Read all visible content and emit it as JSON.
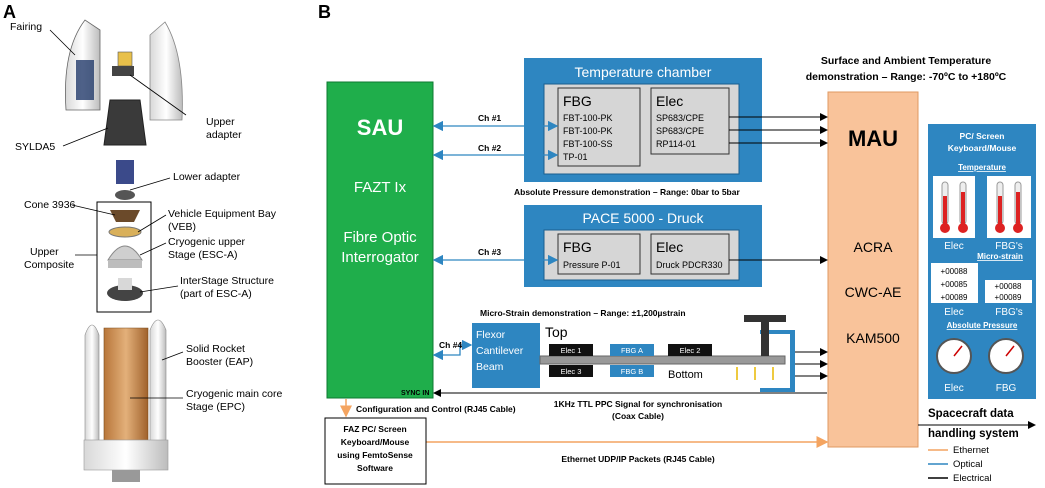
{
  "panel_a": {
    "letter": "A",
    "labels": {
      "fairing": "Fairing",
      "sylda": "SYLDA5",
      "upper_adapter_1": "Upper",
      "upper_adapter_2": "adapter",
      "lower_adapter": "Lower adapter",
      "cone": "Cone 3936",
      "veb_1": "Vehicle Equipment Bay",
      "veb_2": "(VEB)",
      "upper_composite_1": "Upper",
      "upper_composite_2": "Composite",
      "esc_1": "Cryogenic upper",
      "esc_2": "Stage (ESC-A)",
      "iss_1": "InterStage Structure",
      "iss_2": "(part of ESC-A)",
      "srb_1": "Solid Rocket",
      "srb_2": "Booster (EAP)",
      "epc_1": "Cryogenic main core",
      "epc_2": "Stage (EPC)"
    }
  },
  "panel_b": {
    "letter": "B",
    "sau": {
      "title": "SAU",
      "line1": "FAZT Ix",
      "line2": "Fibre Optic",
      "line3": "Interrogator",
      "sync": "SYNC IN"
    },
    "channels": [
      "Ch #1",
      "Ch #2",
      "Ch #3",
      "Ch #4"
    ],
    "temp_chamber": {
      "title": "Temperature chamber",
      "fbg_title": "FBG",
      "fbg_items": [
        "FBT-100-PK",
        "FBT-100-PK",
        "FBT-100-SS",
        "TP-01"
      ],
      "elec_title": "Elec",
      "elec_items": [
        "SP683/CPE",
        "SP683/CPE",
        "RP114-01"
      ]
    },
    "temp_demo_1": "Surface and Ambient Temperature",
    "temp_demo_2": "demonstration – Range: -70ºC to +180ºC",
    "pressure_demo": "Absolute Pressure demonstration – Range: 0bar to 5bar",
    "pace": {
      "title": "PACE 5000 - Druck",
      "fbg_title": "FBG",
      "fbg_item": "Pressure P-01",
      "elec_title": "Elec",
      "elec_item": "Druck PDCR330"
    },
    "strain_demo": "Micro-Strain demonstration – Range: ±1,200µstrain",
    "beam": {
      "line1": "Flexor",
      "line2": "Cantilever",
      "line3": "Beam",
      "top": "Top",
      "bottom": "Bottom",
      "elec1": "Elec 1",
      "elec2": "Elec 2",
      "elec3": "Elec 3",
      "fbga": "FBG A",
      "fbgb": "FBG B"
    },
    "mau": {
      "title": "MAU",
      "line1": "ACRA",
      "line2": "CWC-AE",
      "line3": "KAM500"
    },
    "pc_screen": {
      "title_1": "PC/ Screen",
      "title_2": "Keyboard/Mouse",
      "temperature": "Temperature",
      "elec": "Elec",
      "fbgs": "FBG's",
      "micro_strain": "Micro-strain",
      "readouts_left": [
        "+00088",
        "+00085",
        "+00089"
      ],
      "readouts_right": [
        "+00088",
        "+00089"
      ],
      "elec2": "Elec",
      "fbgs2": "FBG's",
      "abs_pressure": "Absolute Pressure",
      "elec3": "Elec",
      "fbg3": "FBG"
    },
    "config_label": "Configuration and Control (RJ45 Cable)",
    "pps_label_1": "1KHz TTL PPC Signal for synchronisation",
    "pps_label_2": "(Coax Cable)",
    "faz_pc": {
      "line1": "FAZ PC/ Screen",
      "line2": "Keyboard/Mouse",
      "line3": "using FemtoSense",
      "line4": "Software"
    },
    "ethernet_label": "Ethernet UDP/IP Packets (RJ45 Cable)",
    "spacecraft_1": "Spacecraft data",
    "spacecraft_2": "handling system",
    "legend": [
      "Ethernet",
      "Optical",
      "Electrical"
    ],
    "colors": {
      "sau": "#1fae4b",
      "blue_box": "#2e86c1",
      "mau": "#f9c39a",
      "pc": "#2e86c1",
      "ethernet": "#f4a460",
      "optical": "#2e86c1",
      "electrical": "#000000"
    }
  }
}
